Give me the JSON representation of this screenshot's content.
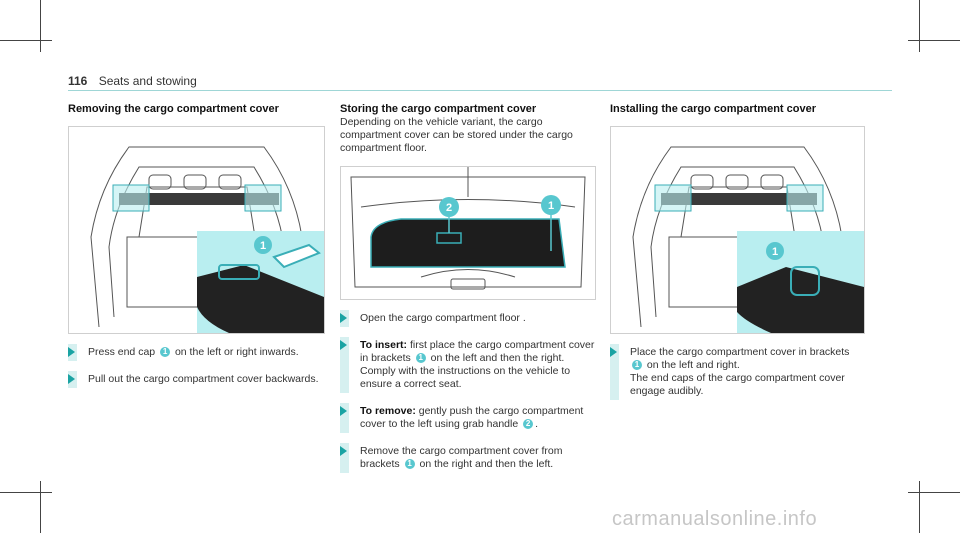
{
  "header": {
    "page_number": "116",
    "section": "Seats and stowing"
  },
  "col1": {
    "title": "Removing the cargo compartment cover",
    "figure": {
      "callout": "1"
    },
    "steps": [
      {
        "before": "Press end cap ",
        "badge": "1",
        "after": " on the left or right inwards."
      },
      {
        "text": "Pull out the cargo compartment cover back­wards."
      }
    ]
  },
  "col2": {
    "title": "Storing the cargo compartment cover",
    "intro": "Depending on the vehicle variant, the cargo compartment cover can be stored under the cargo compartment floor.",
    "figure": {
      "callout1": "1",
      "callout2": "2"
    },
    "steps": [
      {
        "text": "Open the cargo compartment floor ."
      },
      {
        "label": "To insert:",
        "before": " first place the cargo compartment cover in brackets ",
        "badge": "1",
        "after": " on the left and then the right. Comply with the instructions on the vehicle to ensure a correct seat."
      },
      {
        "label": "To remove:",
        "before": " gently push the cargo compart­ment cover to the left using grab handle ",
        "badge": "2",
        "after": "."
      },
      {
        "before": "Remove the cargo compartment cover from brackets ",
        "badge": "1",
        "after": " on the right and then the left."
      }
    ]
  },
  "col3": {
    "title": "Installing the cargo compartment cover",
    "figure": {
      "callout": "1"
    },
    "steps": [
      {
        "before": "Place the cargo compartment cover in brack­ets ",
        "badge": "1",
        "after": " on the left and right.",
        "extra": "The end caps of the cargo compartment cover engage audibly."
      }
    ]
  },
  "watermark": "carmanualsonline.info",
  "colors": {
    "accent": "#58c7cf",
    "highlight": "#b9eef0",
    "bar": "#d6f0f0"
  }
}
